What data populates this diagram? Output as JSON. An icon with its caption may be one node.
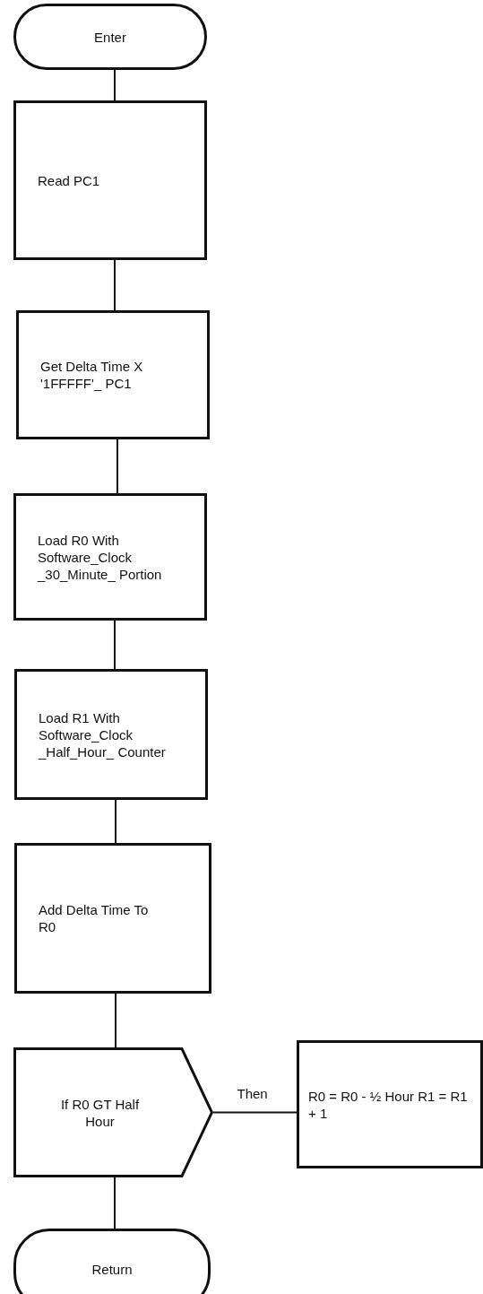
{
  "diagram": {
    "nodes": [
      {
        "text": [
          "Enter"
        ]
      },
      {
        "text": [
          "Read PC1"
        ]
      },
      {
        "text": [
          "Get Delta Time X '1FFFFF'_ PC1"
        ]
      },
      {
        "text": [
          "Load R0 With Software_Clock _30_Minute_ Portion"
        ]
      },
      {
        "text": [
          "Load R1 With Software_Clock _Half_Hour_ Counter"
        ]
      },
      {
        "text": [
          "Add Delta Time To R0"
        ]
      },
      {
        "text": [
          "If R0 GT Half Hour"
        ]
      },
      {
        "text": [
          "R0 = R0 - ½ Hour R1 = R1 + 1"
        ]
      },
      {
        "text": [
          "Return"
        ]
      }
    ],
    "edges": [
      {
        "from": 0,
        "to": 1,
        "arrow": "none"
      },
      {
        "from": 1,
        "to": 2,
        "arrow": "none"
      },
      {
        "from": 2,
        "to": 3,
        "arrow": "none"
      },
      {
        "from": 3,
        "to": 4,
        "arrow": "none"
      },
      {
        "from": 4,
        "to": 5,
        "arrow": "none"
      },
      {
        "from": 5,
        "to": 6,
        "arrow": "none"
      },
      {
        "from": 6,
        "to": 7,
        "label": "Then",
        "arrow": "none"
      },
      {
        "from": 6,
        "to": 8,
        "arrow": "none"
      }
    ]
  }
}
